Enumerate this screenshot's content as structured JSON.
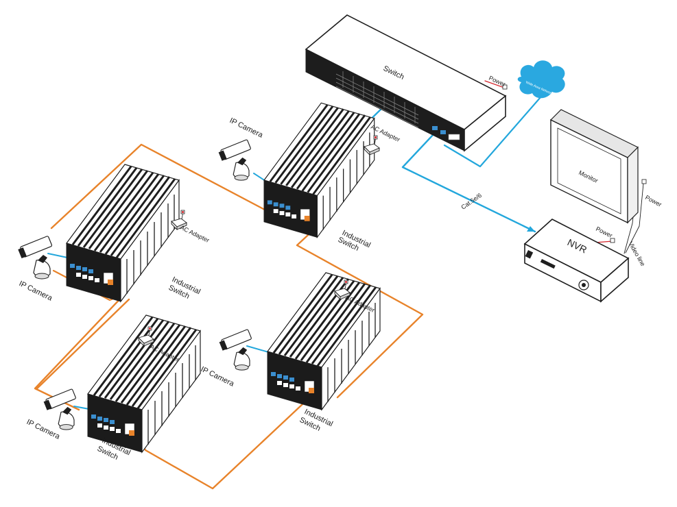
{
  "labels": {
    "switch": "Switch",
    "power": "Power",
    "wan": "Wide Area Network",
    "monitor": "Monitor",
    "nvr": "NVR",
    "video_line": "Video line",
    "cat": "Cat.5e/6",
    "ip_camera": "IP Camera",
    "ac_adapter": "AC Adapter",
    "industrial": "Industrial",
    "switch_word": "Switch"
  },
  "colors": {
    "ring": "#e8832a",
    "uplink": "#23a7dc",
    "power_cord": "#d5232a",
    "cloud": "#2aa8e0",
    "outline": "#1e1e1e",
    "port_blue": "#3b8fd0"
  },
  "icons": [
    "camera-icon",
    "ac-adapter-icon",
    "cloud-icon",
    "power-outlet-icon"
  ]
}
